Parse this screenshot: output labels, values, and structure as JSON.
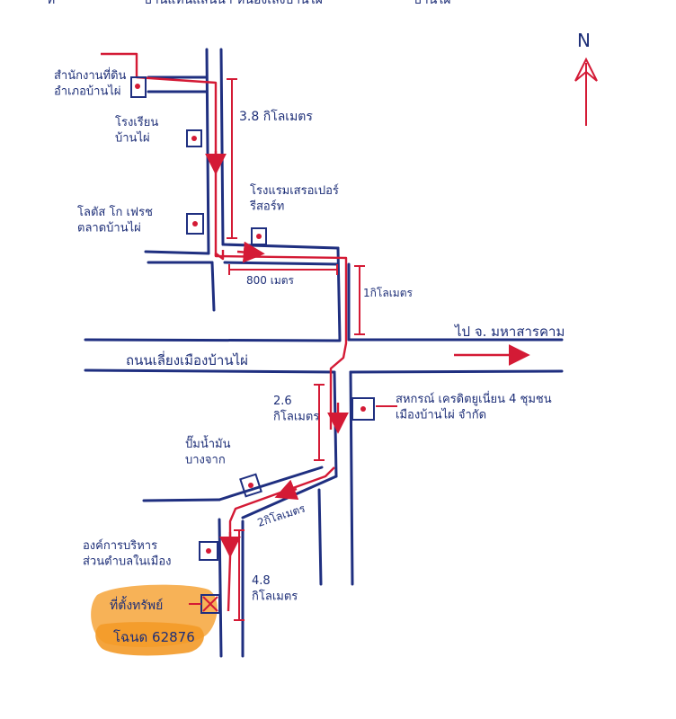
{
  "header_fragments": [
    "ที่",
    "บ้านแท่นแสนน้ำ หนองเลิงบ้านไผ่",
    "บ้านไผ่"
  ],
  "north_label": "N",
  "landmarks": {
    "district_office": "สำนักงานที่ดิน\nอำเภอบ้านไผ่",
    "school": "โรงเรียน\nบ้านไผ่",
    "lotus": "โลตัส โก เฟรช\nตลาดบ้านไผ่",
    "hotel": "โรงแรมเสรอเปอร์\nรีสอร์ท",
    "coop": "สหกรณ์ เครดิตยูเนี่ยน 4 ชุมชน\nเมืองบ้านไผ่ จำกัด",
    "gas_station": "ปั๊มน้ำมัน\nบางจาก",
    "sao": "องค์การบริหาร\nส่วนตำบลในเมือง",
    "site": "ที่ตั้งทรัพย์",
    "deed": "โฉนด 62876"
  },
  "roads": {
    "main_road": "ถนนเลี่ยงเมืองบ้านไผ่",
    "to_city": "ไป จ. มหาสารคาม"
  },
  "distances": {
    "d1": "3.8 กิโลเมตร",
    "d2": "800 เมตร",
    "d3": "1กิโลเมตร",
    "d4": "2.6\nกิโลเมตร",
    "d5": "2กิโลเมตร",
    "d6": "4.8\nกิโลเมตร"
  },
  "colors": {
    "road_ink": "#1f2f80",
    "route_ink": "#d41a35",
    "highlight": "#f6a53a"
  }
}
